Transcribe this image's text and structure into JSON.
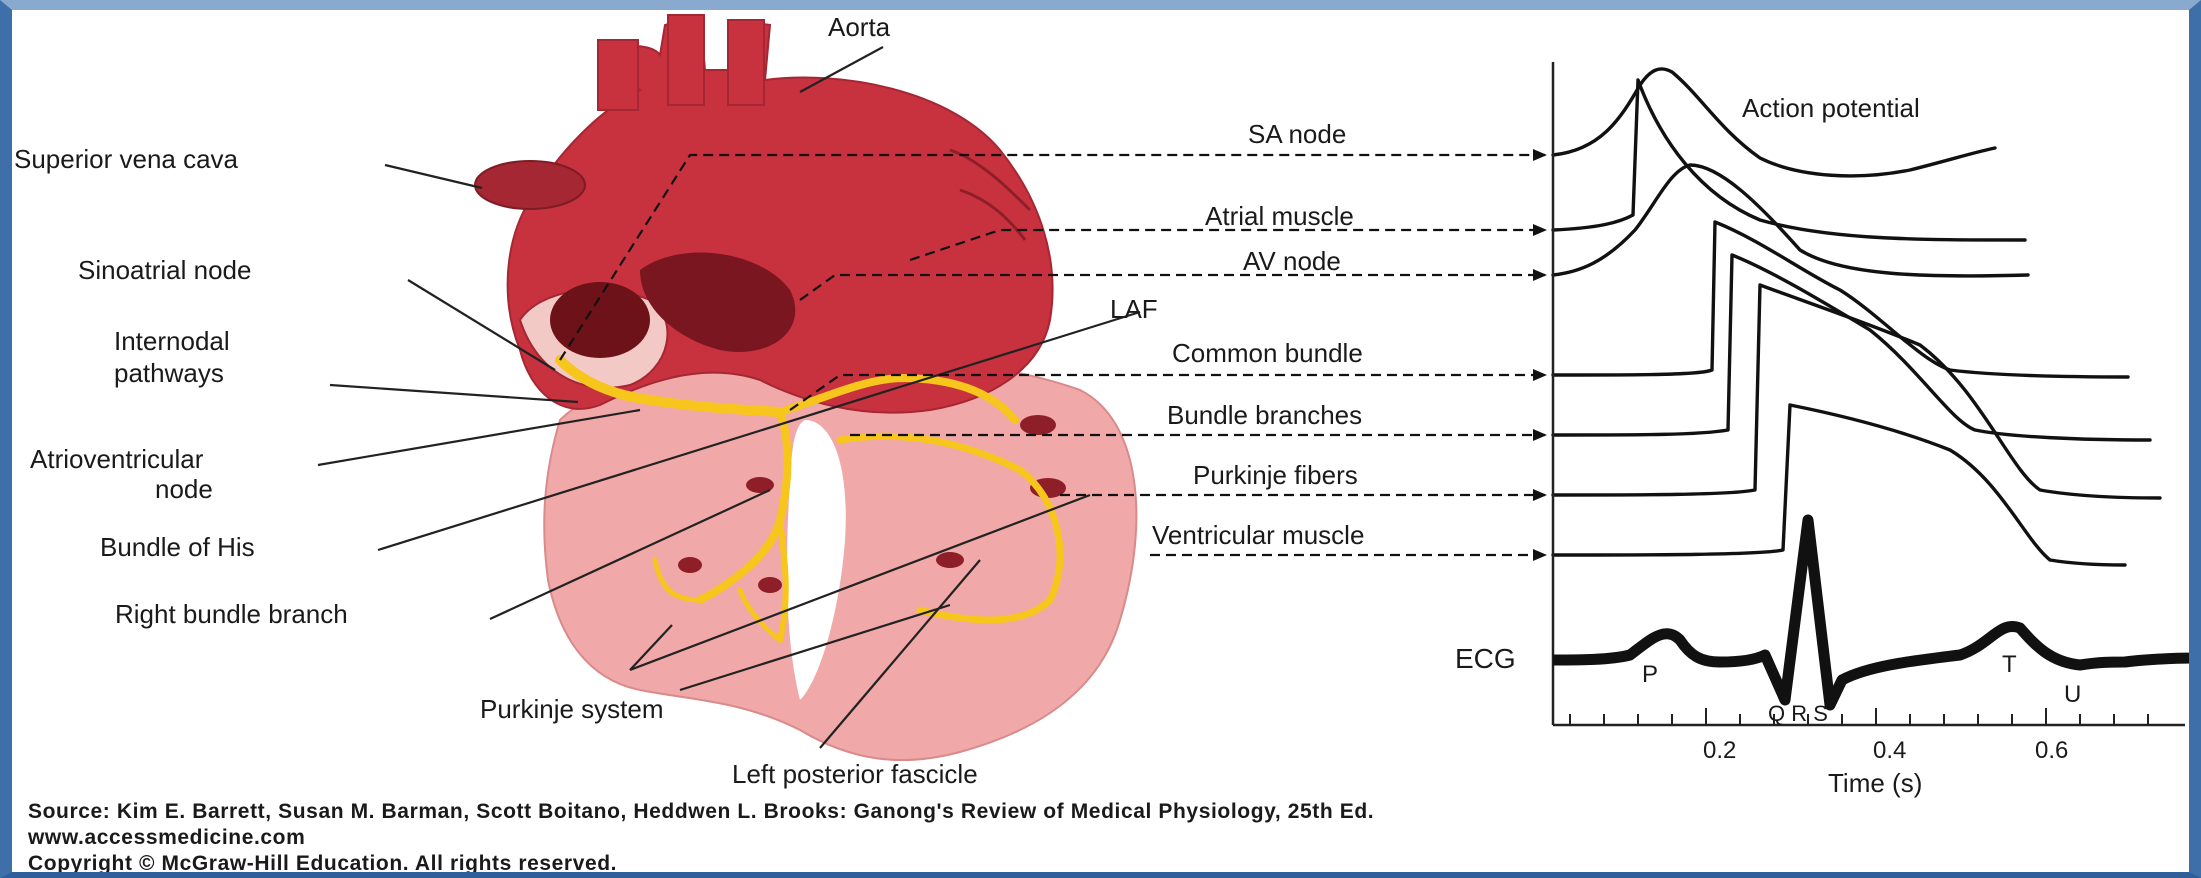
{
  "anatomy_labels": {
    "aorta": "Aorta",
    "superior_vena_cava": "Superior vena cava",
    "sinoatrial_node": "Sinoatrial node",
    "internodal_1": "Internodal",
    "internodal_2": "pathways",
    "av_node_1": "Atrioventricular",
    "av_node_2": "node",
    "bundle_of_his": "Bundle of His",
    "right_bundle_branch": "Right bundle branch",
    "purkinje_system": "Purkinje system",
    "left_posterior_fascicle": "Left posterior fascicle",
    "laf": "LAF"
  },
  "trace_labels": {
    "sa_node": "SA node",
    "atrial_muscle": "Atrial muscle",
    "av_node": "AV node",
    "common_bundle": "Common bundle",
    "bundle_branches": "Bundle branches",
    "purkinje_fibers": "Purkinje fibers",
    "ventricular_muscle": "Ventricular muscle",
    "action_potential": "Action potential"
  },
  "ecg": {
    "label": "ECG",
    "p": "P",
    "qrs": "Q R S",
    "t": "T",
    "u": "U"
  },
  "axis": {
    "ticks": [
      "0.2",
      "0.4",
      "0.6"
    ],
    "xlabel": "Time (s)"
  },
  "source": {
    "line1": "Source: Kim E. Barrett, Susan M. Barman, Scott Boitano, Heddwen L. Brooks: Ganong's Review of Medical Physiology, 25th Ed.",
    "line2": "www.accessmedicine.com",
    "line3": "Copyright © McGraw-Hill Education.  All rights reserved."
  },
  "colors": {
    "heart_red": "#c8323f",
    "ventricle_pink": "#f0a8a8",
    "conduction_yellow": "#f7c61d",
    "frame_blue": "#3f6fa8"
  }
}
